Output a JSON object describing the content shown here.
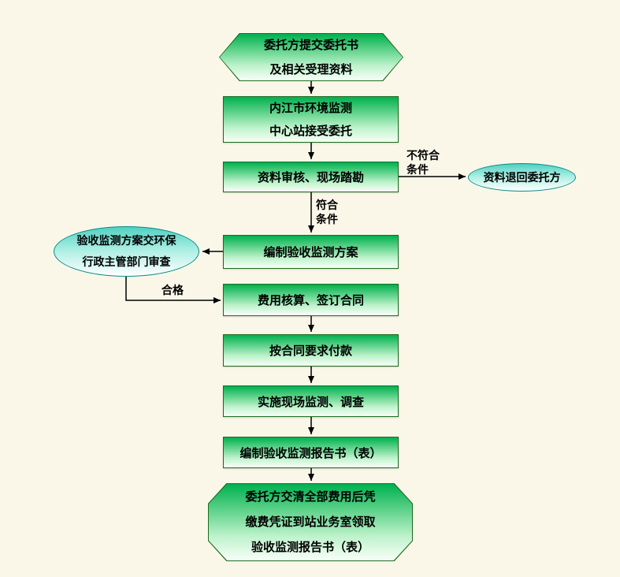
{
  "colors": {
    "background": "#FAF7E9",
    "node_gradient_top": "#00B050",
    "node_gradient_bottom": "#F7FFF7",
    "node_border": "#1F6B1F",
    "ellipse_gradient_top": "#4FD0C2",
    "ellipse_border": "#0B8A86",
    "arrow": "#000000",
    "text": "#000000"
  },
  "nodes": {
    "start": {
      "shape": "hexagon",
      "lines": [
        "委托方提交委托书",
        "及相关受理资料"
      ]
    },
    "accept": {
      "shape": "rect",
      "lines": [
        "内江市环境监测",
        "中心站接受委托"
      ]
    },
    "review": {
      "shape": "rect",
      "lines": [
        "资料审核、现场踏勘"
      ]
    },
    "return_docs": {
      "shape": "ellipse",
      "lines": [
        "资料退回委托方"
      ]
    },
    "plan": {
      "shape": "rect",
      "lines": [
        "编制验收监测方案"
      ]
    },
    "submit_review": {
      "shape": "ellipse",
      "lines": [
        "验收监测方案交环保",
        "行政主管部门审查"
      ]
    },
    "contract": {
      "shape": "rect",
      "lines": [
        "费用核算、签订合同"
      ]
    },
    "payment": {
      "shape": "rect",
      "lines": [
        "按合同要求付款"
      ]
    },
    "monitor": {
      "shape": "rect",
      "lines": [
        "实施现场监测、调查"
      ]
    },
    "report": {
      "shape": "rect",
      "lines": [
        "编制验收监测报告书（表）"
      ]
    },
    "end": {
      "shape": "octagon",
      "lines": [
        "委托方交清全部费用后凭",
        "缴费凭证到站业务室领取",
        "验收监测报告书（表）"
      ]
    }
  },
  "edge_labels": {
    "not_qualified": {
      "lines": [
        "不符合",
        "条件"
      ]
    },
    "qualified_condition": {
      "lines": [
        "符合",
        "条件"
      ]
    },
    "qualified": {
      "lines": [
        "合格"
      ]
    }
  }
}
